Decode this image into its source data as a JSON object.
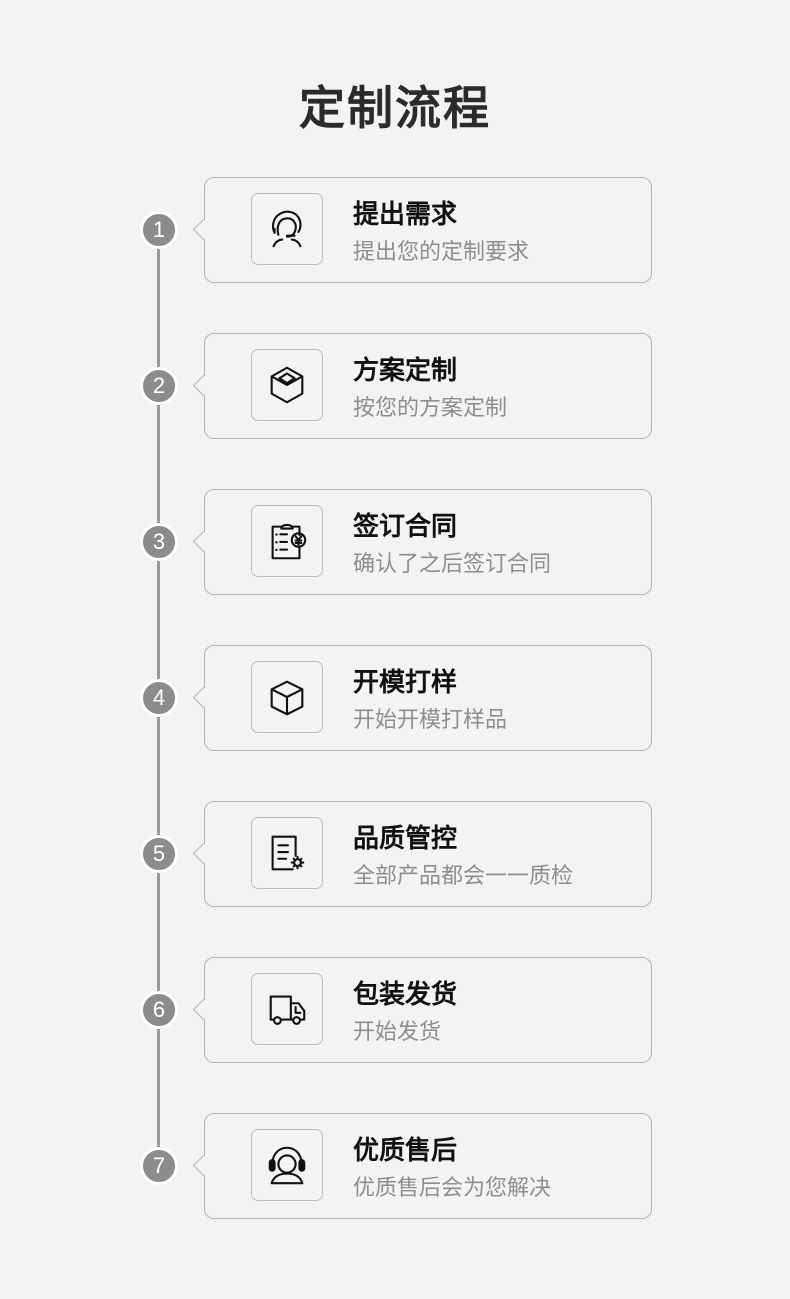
{
  "page": {
    "title": "定制流程",
    "background_color": "#f3f3f3",
    "accent_gray": "#8c8c8c"
  },
  "steps": [
    {
      "number": "1",
      "title": "提出需求",
      "description": "提出您的定制要求",
      "icon": "customer-service-person-icon"
    },
    {
      "number": "2",
      "title": "方案定制",
      "description": "按您的方案定制",
      "icon": "open-box-icon"
    },
    {
      "number": "3",
      "title": "签订合同",
      "description": "确认了之后签订合同",
      "icon": "clipboard-yen-icon"
    },
    {
      "number": "4",
      "title": "开模打样",
      "description": "开始开模打样品",
      "icon": "cube-icon"
    },
    {
      "number": "5",
      "title": "品质管控",
      "description": "全部产品都会一一质检",
      "icon": "document-gear-icon"
    },
    {
      "number": "6",
      "title": "包装发货",
      "description": "开始发货",
      "icon": "delivery-truck-icon"
    },
    {
      "number": "7",
      "title": "优质售后",
      "description": "优质售后会为您解决",
      "icon": "headset-support-icon"
    }
  ]
}
